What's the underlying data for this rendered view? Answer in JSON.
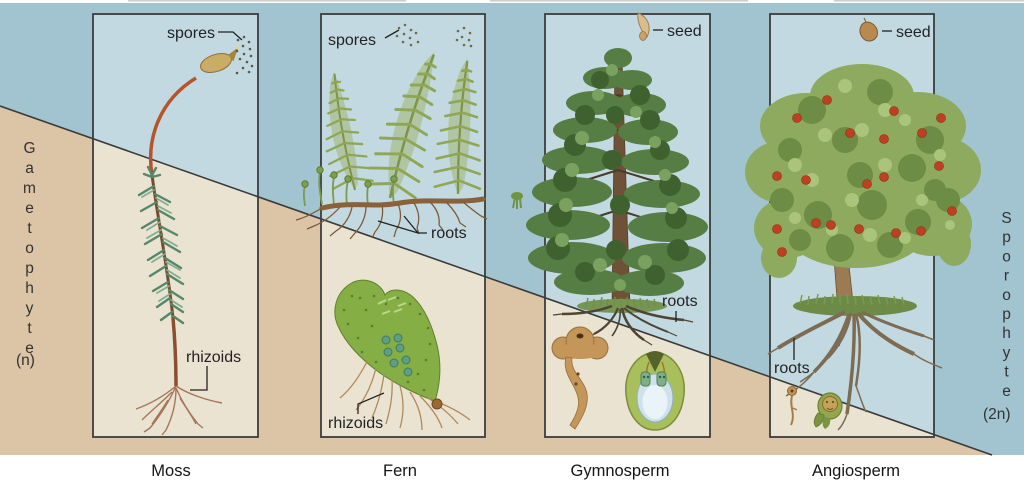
{
  "left_region": {
    "label": "Gametophyte",
    "ploidy": "(n)"
  },
  "right_region": {
    "label": "Sporophyte",
    "ploidy": "(2n)"
  },
  "panels": [
    {
      "name": "Moss",
      "labels": {
        "spores": "spores",
        "rhizoids": "rhizoids"
      }
    },
    {
      "name": "Fern",
      "labels": {
        "spores": "spores",
        "roots": "roots",
        "rhizoids": "rhizoids"
      }
    },
    {
      "name": "Gymnosperm",
      "labels": {
        "seed": "seed",
        "roots": "roots"
      }
    },
    {
      "name": "Angiosperm",
      "labels": {
        "seed": "seed",
        "roots": "roots"
      }
    }
  ],
  "colors": {
    "sporophyte_background": "#a2c4d1",
    "gametophyte_background": "#dcc5a6",
    "panel_sporophyte_background": "#c3d9e2",
    "panel_gametophyte_background": "#ebe3d2",
    "panel_border": "#3c3c3c",
    "label_text": "#222222"
  }
}
